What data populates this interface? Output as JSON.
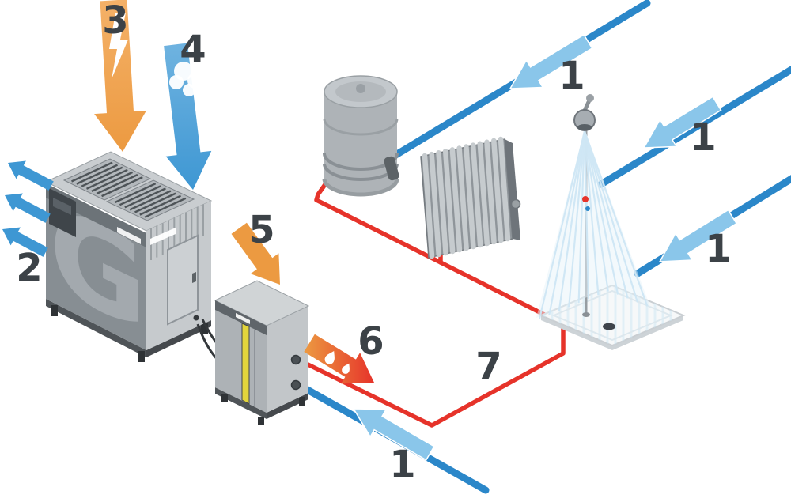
{
  "diagram": {
    "compressor": {
      "label": "G"
    },
    "labels": [
      {
        "id": "cold-water-top",
        "text": "1"
      },
      {
        "id": "cold-water-mid",
        "text": "1"
      },
      {
        "id": "cold-water-low",
        "text": "1"
      },
      {
        "id": "cold-water-bottom",
        "text": "1"
      },
      {
        "id": "exhaust-air",
        "text": "2"
      },
      {
        "id": "electric-power",
        "text": "3"
      },
      {
        "id": "ambient-air",
        "text": "4"
      },
      {
        "id": "recovered-heat",
        "text": "5"
      },
      {
        "id": "hot-water-out",
        "text": "6"
      },
      {
        "id": "hot-water-loop",
        "text": "7"
      }
    ],
    "colors": {
      "pipe_blue": "#2b87c9",
      "arrow_light_blue": "#8ac6ea",
      "input_blue": "#3e97d3",
      "input_blue_light": "#6fb3e0",
      "spray_blue": "#cfe7f5",
      "orange": "#ec9a41",
      "orange_light": "#f4b168",
      "pipe_red": "#e6332a",
      "label_gray": "#3c4247",
      "metal_light": "#c9cdd0",
      "metal_mid": "#a8adb1",
      "metal_dark": "#565c61",
      "panel_gray": "#878e93",
      "stripe_yellow": "#e3d53c"
    }
  }
}
